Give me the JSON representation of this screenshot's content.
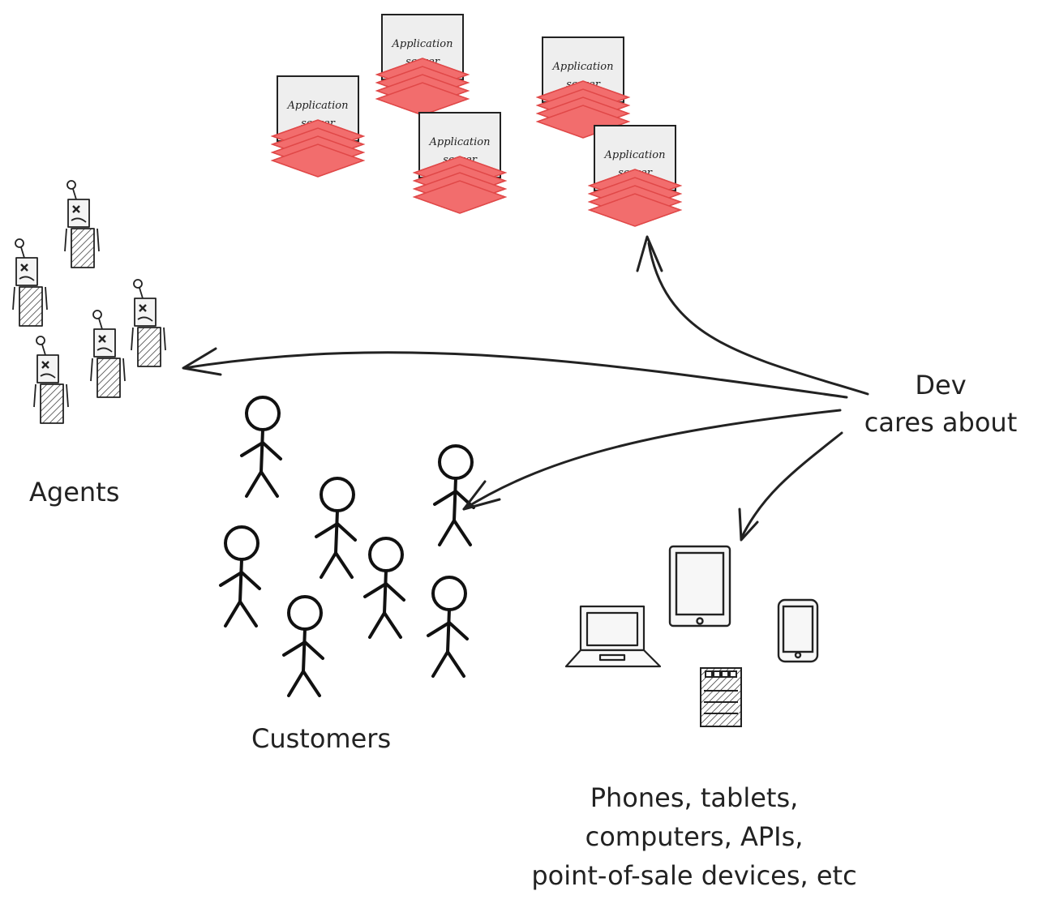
{
  "server_label_lines": [
    "Application",
    "server"
  ],
  "labels": {
    "dev_line1": "Dev",
    "dev_line2": "cares about",
    "agents": "Agents",
    "customers": "Customers",
    "devices_line1": "Phones, tablets,",
    "devices_line2": "computers, APIs,",
    "devices_line3": "point-of-sale devices, etc"
  },
  "colors": {
    "ink": "#222222",
    "server_stack": "#f26d6d",
    "server_stack_stroke": "#e04848",
    "server_body": "#eeeeee"
  }
}
